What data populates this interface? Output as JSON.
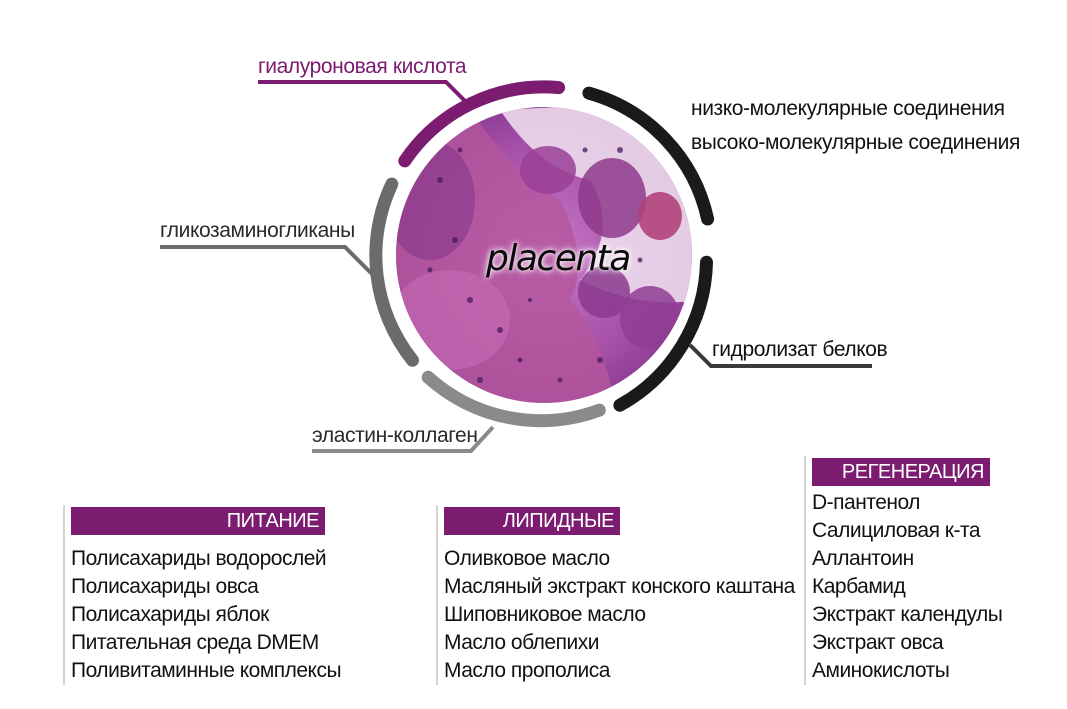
{
  "center_label": "placenta",
  "callouts": {
    "hyaluronic": "гиалуроновая кислота",
    "low_molecular": "низко-молекулярные соединения",
    "high_molecular": "высоко-молекулярные соединения",
    "glycosaminoglycans": "гликозаминогликаны",
    "protein_hydrolysate": "гидролизат белков",
    "elastin_collagen": "эластин-коллаген"
  },
  "colors": {
    "purple": "#7b1c70",
    "dark": "#1a1a1a",
    "gray": "#6b6b6b",
    "light_gray": "#8a8a8a"
  },
  "groups": [
    {
      "title": "ПИТАНИЕ",
      "items": [
        "Полисахариды водорослей",
        "Полисахариды овса",
        "Полисахариды яблок",
        "Питательная среда DMEM",
        "Поливитаминные комплексы"
      ]
    },
    {
      "title": "ЛИПИДНЫЕ",
      "items": [
        "Оливковое масло",
        "Масляный экстракт конского каштана",
        "Шиповниковое масло",
        "Масло облепихи",
        "Масло прополиса"
      ]
    },
    {
      "title": "РЕГЕНЕРАЦИЯ",
      "items": [
        "D-пантенол",
        "Салициловая к-та",
        "Аллантоин",
        "Карбамид",
        "Экстракт календулы",
        "Экстракт овса",
        "Аминокислоты"
      ]
    }
  ]
}
